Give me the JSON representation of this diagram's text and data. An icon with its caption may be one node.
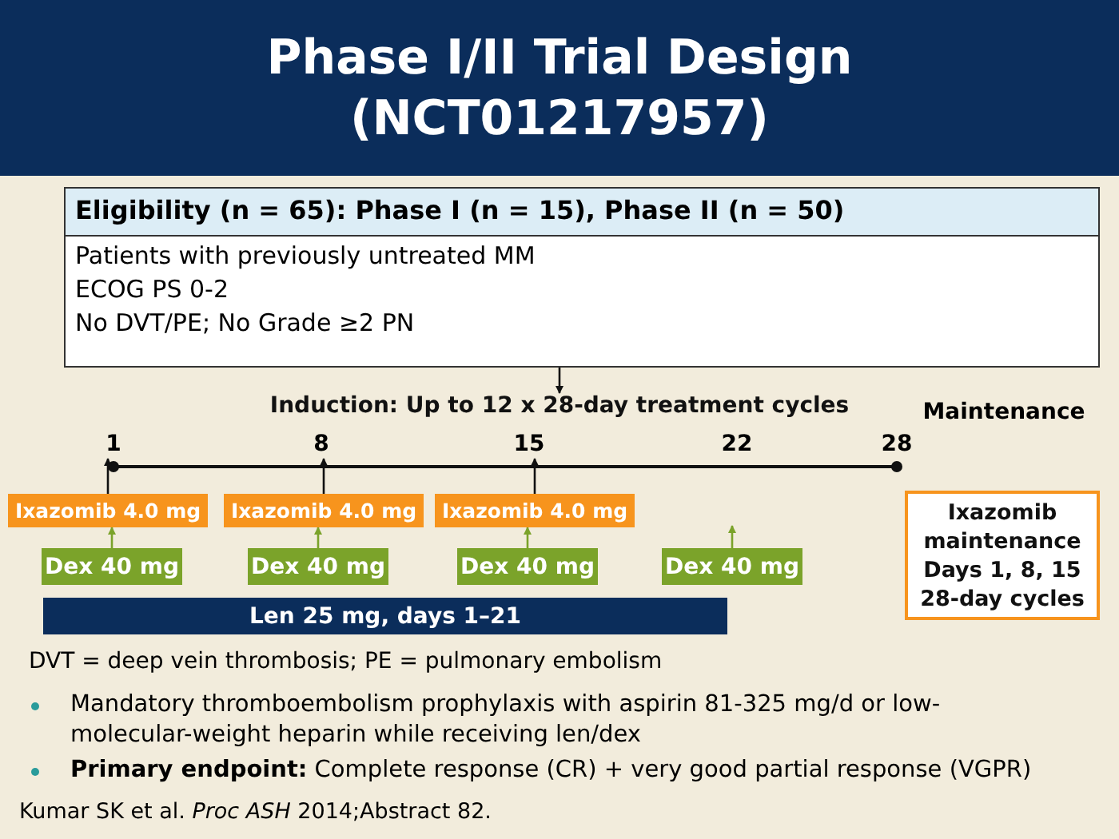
{
  "diagram": {
    "title": "Phase I/II Trial Design (NCT01217957)",
    "nodes": [
      {
        "text": [
          "Eligibility (n = 65): Phase I (n = 15), Phase II (n = 50)",
          "Patients with previously untreated MM",
          "ECOG PS 0-2",
          "No DVT/PE; No Grade ≥2 PN"
        ]
      },
      {
        "text": [
          "Induction: Up to 12 x 28-day treatment cycles"
        ]
      },
      {
        "text": [
          "Ixazomib 4.0 mg"
        ]
      },
      {
        "text": [
          "Ixazomib 4.0 mg"
        ]
      },
      {
        "text": [
          "Ixazomib 4.0 mg"
        ]
      },
      {
        "text": [
          "Dex 40 mg"
        ]
      },
      {
        "text": [
          "Dex 40 mg"
        ]
      },
      {
        "text": [
          "Dex 40 mg"
        ]
      },
      {
        "text": [
          "Dex 40 mg"
        ]
      },
      {
        "text": [
          "Len 25 mg, days 1–21"
        ]
      },
      {
        "text": [
          "Maintenance",
          "Ixazomib maintenance Days 1, 8, 15 28-day cycles"
        ]
      },
      {
        "text": [
          "1"
        ]
      },
      {
        "text": [
          "8"
        ]
      },
      {
        "text": [
          "15"
        ]
      },
      {
        "text": [
          "22"
        ]
      },
      {
        "text": [
          "28"
        ]
      }
    ],
    "edges": [
      {
        "from": 0,
        "to": 1,
        "arrow": "to"
      },
      {
        "from": 2,
        "to": 11,
        "arrow": "to"
      },
      {
        "from": 3,
        "to": 12,
        "arrow": "to"
      },
      {
        "from": 4,
        "to": 13,
        "arrow": "to"
      },
      {
        "from": 5,
        "to": 2,
        "arrow": "to",
        "color": "#7ba32a"
      },
      {
        "from": 6,
        "to": 3,
        "arrow": "to",
        "color": "#7ba32a"
      },
      {
        "from": 7,
        "to": 4,
        "arrow": "to",
        "color": "#7ba32a"
      },
      {
        "from": 8,
        "to": null,
        "arrow": "to",
        "color": "#7ba32a"
      }
    ],
    "labels": [
      "DVT = deep vein thrombosis; PE = pulmonary embolism",
      "Mandatory thromboembolism prophylaxis with aspirin 81-325 mg/d or low-molecular-weight heparin while receiving len/dex",
      "**Primary endpoint:** Complete response (CR) + very good partial response (VGPR)",
      "Kumar SK et al. *Proc ASH* 2014;Abstract 82."
    ]
  }
}
